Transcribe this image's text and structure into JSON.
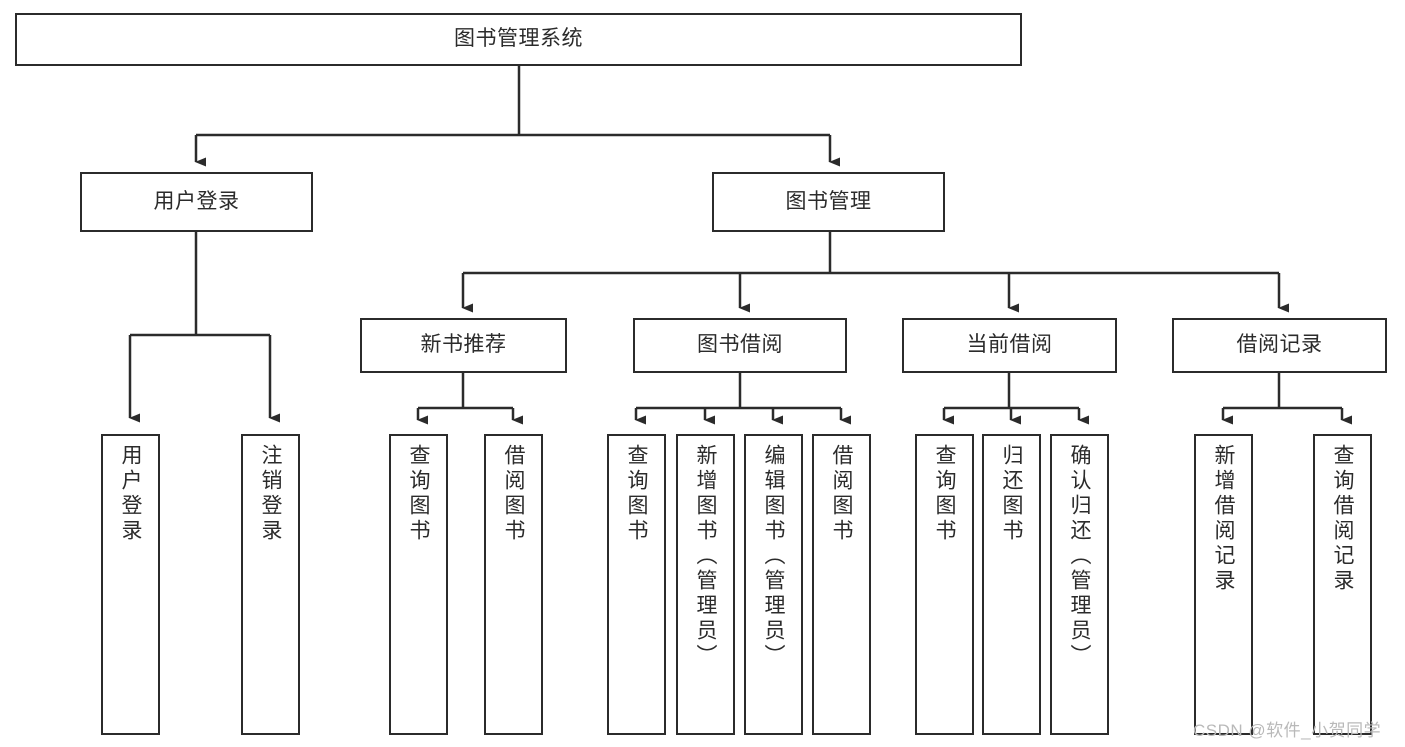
{
  "diagram": {
    "title": "图书管理系统",
    "type": "tree-hierarchy-chart",
    "orientation": "top-down",
    "colors": {
      "background": "#ffffff",
      "box_border": "#2b2b2b",
      "box_fill": "#ffffff",
      "text": "#2b2b2b",
      "connector": "#2b2b2b",
      "watermark": "#b9b9b9"
    },
    "watermark": "CSDN @软件_小贺同学"
  },
  "nodes": {
    "root": {
      "label": "图书管理系统",
      "level": 1
    },
    "level2": [
      {
        "id": "user-login",
        "label": "用户登录"
      },
      {
        "id": "book-manage",
        "label": "图书管理"
      }
    ],
    "level3": [
      {
        "id": "new-book-recommend",
        "label": "新书推荐"
      },
      {
        "id": "book-borrow",
        "label": "图书借阅"
      },
      {
        "id": "current-borrow",
        "label": "当前借阅"
      },
      {
        "id": "borrow-record",
        "label": "借阅记录"
      }
    ],
    "leaves": {
      "user_login": [
        {
          "id": "leaf-user-login",
          "label": "用户登录"
        },
        {
          "id": "leaf-logout-login",
          "label": "注销登录"
        }
      ],
      "new_book_recommend": [
        {
          "id": "leaf-query-book-1",
          "label": "查询图书"
        },
        {
          "id": "leaf-borrow-book-1",
          "label": "借阅图书"
        }
      ],
      "book_borrow": [
        {
          "id": "leaf-query-book-2",
          "label": "查询图书"
        },
        {
          "id": "leaf-add-book",
          "label": "新增图书（管理员）"
        },
        {
          "id": "leaf-edit-book",
          "label": "编辑图书（管理员）"
        },
        {
          "id": "leaf-borrow-book-2",
          "label": "借阅图书"
        }
      ],
      "current_borrow": [
        {
          "id": "leaf-query-book-3",
          "label": "查询图书"
        },
        {
          "id": "leaf-return-book",
          "label": "归还图书"
        },
        {
          "id": "leaf-confirm-return",
          "label": "确认归还（管理员）"
        }
      ],
      "borrow_record": [
        {
          "id": "leaf-add-borrow-record",
          "label": "新增借阅记录"
        },
        {
          "id": "leaf-query-borrow-record",
          "label": "查询借阅记录"
        }
      ]
    }
  }
}
